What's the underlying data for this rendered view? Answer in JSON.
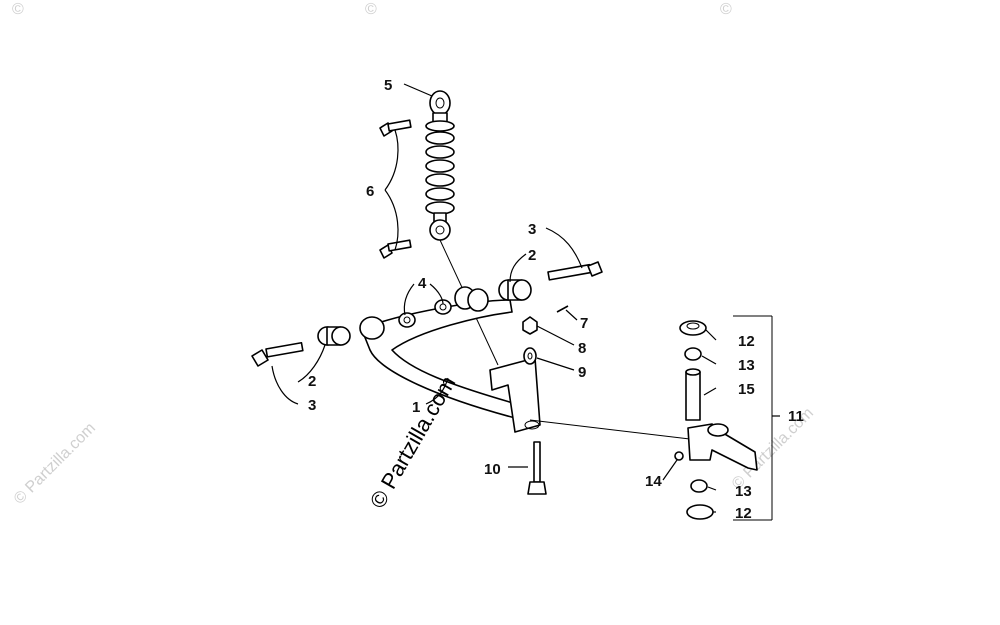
{
  "callouts": [
    "1",
    "2",
    "2",
    "3",
    "3",
    "4",
    "5",
    "6",
    "7",
    "8",
    "9",
    "10",
    "11",
    "12",
    "12",
    "13",
    "13",
    "14",
    "15"
  ],
  "watermark": {
    "main": "© Partzilla.com",
    "faint": "© Partzilla.com",
    "symbol": "©"
  }
}
